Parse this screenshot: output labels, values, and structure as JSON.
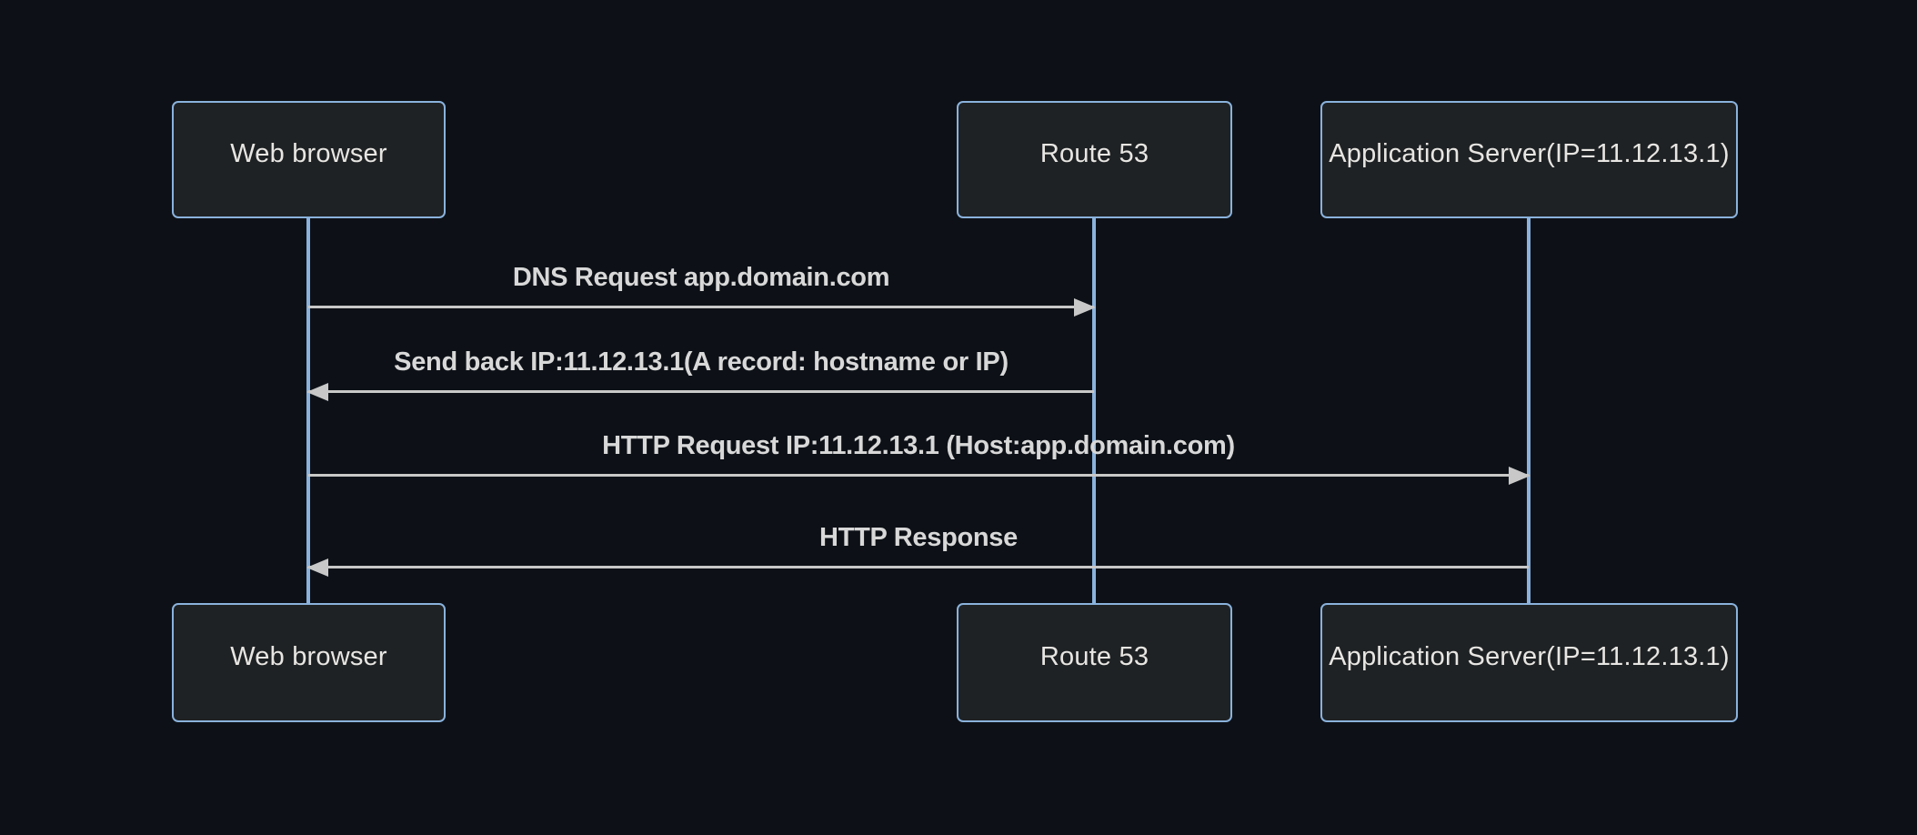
{
  "diagram": {
    "type": "sequence",
    "actors": [
      {
        "id": "web-browser",
        "label": "Web browser"
      },
      {
        "id": "route-53",
        "label": "Route 53"
      },
      {
        "id": "app-server",
        "label": "Application Server(IP=11.12.13.1)"
      }
    ],
    "messages": [
      {
        "from": "web-browser",
        "to": "route-53",
        "label": "DNS Request app.domain.com",
        "arrow": "solid",
        "direction": "right"
      },
      {
        "from": "route-53",
        "to": "web-browser",
        "label": "Send back IP:11.12.13.1(A record: hostname or IP)",
        "arrow": "solid",
        "direction": "left"
      },
      {
        "from": "web-browser",
        "to": "app-server",
        "label": "HTTP Request IP:11.12.13.1 (Host:app.domain.com)",
        "arrow": "solid",
        "direction": "right"
      },
      {
        "from": "app-server",
        "to": "web-browser",
        "label": "HTTP Response",
        "arrow": "solid",
        "direction": "left"
      }
    ],
    "colors": {
      "background": "#0d1117",
      "actor_fill": "#1f2224",
      "actor_border": "#8ab2dc",
      "actor_text": "#e8e6e3",
      "message_text": "#d8d8d8",
      "arrow": "#c8c8c8",
      "lifeline": "#8ab2dc"
    }
  }
}
